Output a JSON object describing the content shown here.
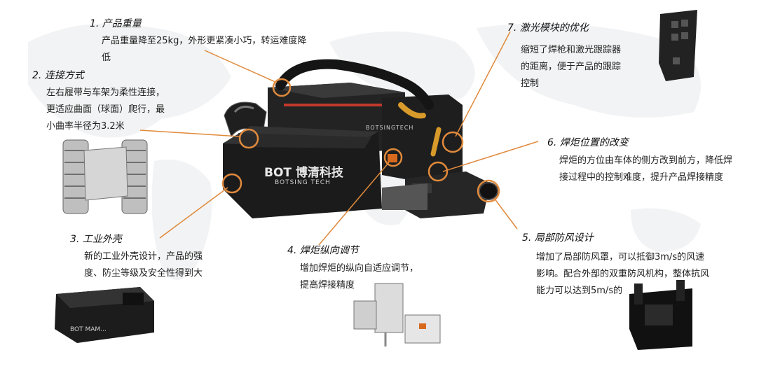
{
  "callouts": {
    "weight": {
      "title": "1. 产品重量",
      "line1": "产品重量降至25kg，外形更紧凑小巧，转运难度降",
      "line2": "低"
    },
    "connection": {
      "title": "2. 连接方式",
      "line1": "左右履带与车架为柔性连接，",
      "line2": "更适应曲面（球面）爬行，最",
      "line3": "小曲率半径为3.2米"
    },
    "shell": {
      "title": "3. 工业外壳",
      "line1": "新的工业外壳设计，产品的强",
      "line2": "度、防尘等级及安全性得到大"
    },
    "torch_adjust": {
      "title": "4. 焊炬纵向调节",
      "line1": "增加焊炬的纵向自适应调节，",
      "line2": "提高焊接精度"
    },
    "windshield": {
      "title": "5. 局部防风设计",
      "line1": "增加了局部防风罩，可以抵御3m/s的风速",
      "line2": "影响。配合外部的双重防风机构，整体抗风",
      "line3": "能力可以达到5m/s的"
    },
    "torch_position": {
      "title": "6. 焊炬位置的改变",
      "line1": "焊炬的方位由车体的侧方改到前方，降低焊",
      "line2": "接过程中的控制难度，提升产品焊接精度"
    },
    "laser": {
      "title": "7. 激光模块的优化",
      "line1": "缩短了焊枪和激光跟踪器",
      "line2": "的距离，便于产品的跟踪",
      "line3": "控制"
    }
  },
  "branding": {
    "logo_main": "BOT 博清科技",
    "logo_sub": "BOTSING TECH",
    "top_sub": "BOTSINGTECH",
    "shell_logo": "BOT MAM..."
  },
  "colors": {
    "leader": "#e08a3c",
    "body": "#1b1b1b",
    "accent_red": "#c0392b",
    "torch": "#d89a2a"
  }
}
